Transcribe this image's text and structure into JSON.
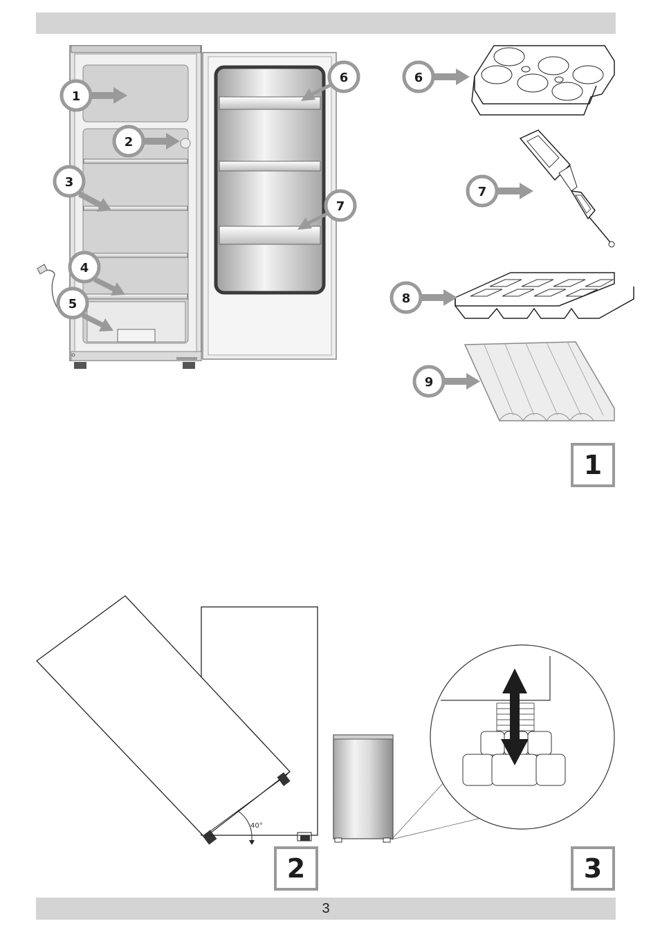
{
  "page_number": "3",
  "figures": {
    "fig1_label": "1",
    "fig2_label": "2",
    "fig3_label": "3"
  },
  "callouts": [
    "1",
    "2",
    "3",
    "4",
    "5",
    "6",
    "7",
    "8",
    "9"
  ],
  "accessory_callouts": [
    "6",
    "7",
    "8",
    "9"
  ],
  "angle_label": "40°",
  "colors": {
    "band": "#d4d4d4",
    "callout_ring": "#9a9a9a",
    "arrow": "#9a9a9a",
    "outline": "#1d1d1d"
  }
}
